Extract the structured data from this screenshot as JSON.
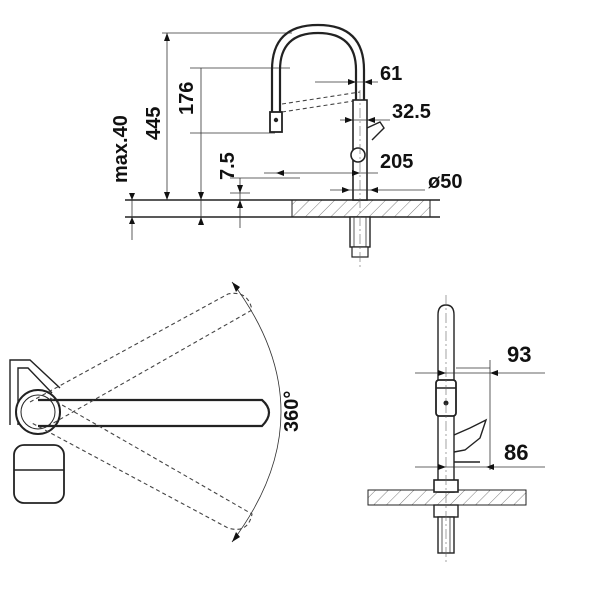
{
  "dimensions": {
    "max_40": "max.40",
    "h_445": "445",
    "h_176": "176",
    "h_7_5": "7.5",
    "d_61": "61",
    "d_32_5": "32.5",
    "d_205": "205",
    "d_50": "ø50",
    "rotation": "360°",
    "d_93": "93",
    "d_86": "86"
  }
}
